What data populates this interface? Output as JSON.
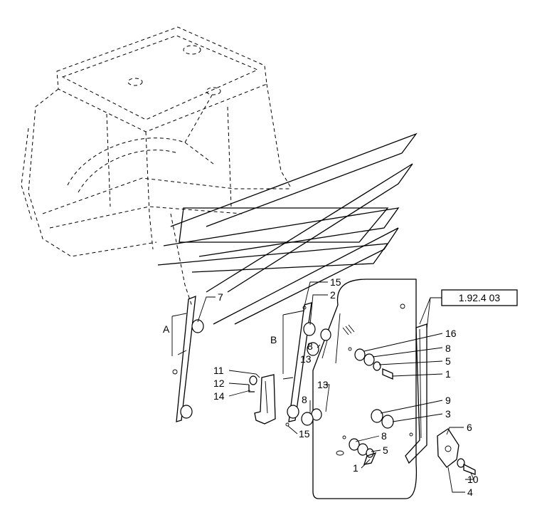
{
  "reference_box": "1.92.4 03",
  "section_labels": {
    "a": "A",
    "b": "B"
  },
  "callouts": {
    "c7": "7",
    "c15_top": "15",
    "c2": "2",
    "c8_left_top": "8",
    "c13_top": "13",
    "c16": "16",
    "c8_right_top": "8",
    "c5_right_top": "5",
    "c1_right_top": "1",
    "c11": "11",
    "c12": "12",
    "c14": "14",
    "c13_mid": "13",
    "c8_mid": "8",
    "c15_bottom": "15",
    "c9": "9",
    "c3": "3",
    "c8_low": "8",
    "c5_low": "5",
    "c1_low": "1",
    "c6": "6",
    "c10": "10",
    "c4": "4"
  }
}
